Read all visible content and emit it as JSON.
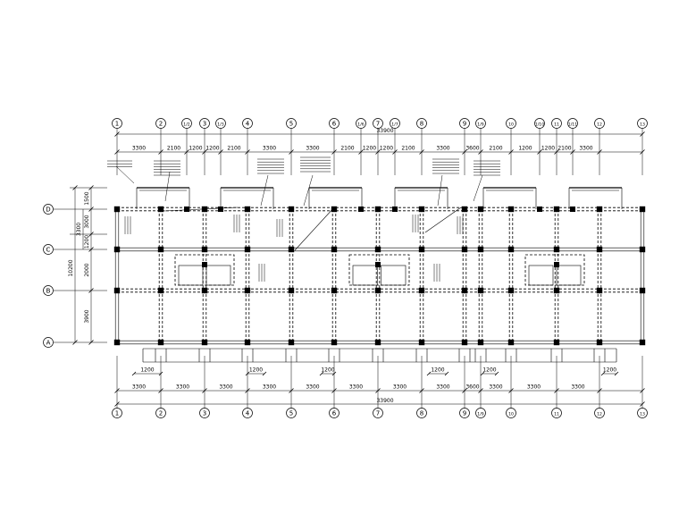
{
  "grid": {
    "top_axes": [
      "1",
      "2",
      "1/2",
      "3",
      "1/3",
      "4",
      "5",
      "6",
      "1/6",
      "7",
      "1/7",
      "8",
      "9",
      "1/9",
      "10",
      "1/10",
      "11",
      "1/11",
      "12",
      "13"
    ],
    "bottom_axes": [
      "1",
      "2",
      "3",
      "4",
      "5",
      "6",
      "7",
      "8",
      "9",
      "1/9",
      "10",
      "11",
      "12",
      "13"
    ],
    "left_axes": [
      "D",
      "C",
      "B",
      "A"
    ]
  },
  "dimensions": {
    "top_total": "33900",
    "top_segments": [
      "3300",
      "2100",
      "1200",
      "1200",
      "2100",
      "3300",
      "3300",
      "2100",
      "1200",
      "1200",
      "2100",
      "3300",
      "3600",
      "2100",
      "1200",
      "1200",
      "2100",
      "3300"
    ],
    "bottom_total": "33900",
    "bottom_segments": [
      "3300",
      "3300",
      "3300",
      "3300",
      "3300",
      "3300",
      "3300",
      "3300",
      "3600",
      "3300",
      "3300",
      "3300"
    ],
    "bottom_sub": [
      "1200",
      "1200",
      "1200",
      "1200",
      "1200",
      "1200"
    ],
    "left_total": "10200",
    "left_segments": [
      "1500",
      "3000",
      "1200",
      "2000",
      "3900"
    ],
    "left_sub": [
      "3300"
    ]
  },
  "colors": {
    "line": "#000000",
    "background": "#ffffff"
  }
}
